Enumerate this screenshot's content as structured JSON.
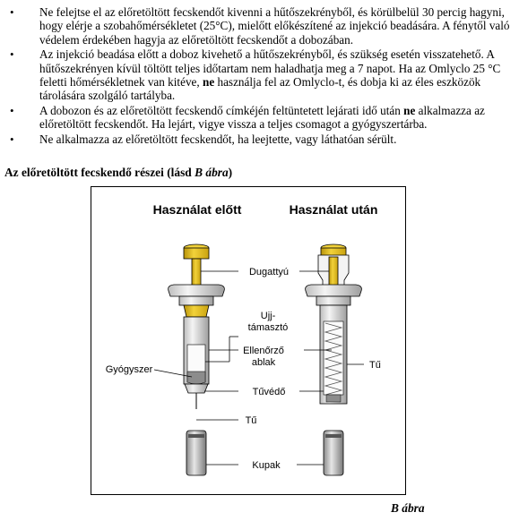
{
  "bullets": [
    {
      "parts": [
        {
          "t": "Ne felejtse el az előretöltött fecskendőt kivenni a hűtőszekrényből, és körülbelül 30 percig hagyni, hogy elérje a szobahőmérsékletet (25°C), mielőtt előkészítené az injekció beadására. A fénytől való védelem érdekében hagyja az előretöltött fecskendőt a dobozában.",
          "b": false
        }
      ]
    },
    {
      "parts": [
        {
          "t": "Az injekció beadása előtt a doboz kivehető a hűtőszekrényből, és szükség esetén visszatehető. A hűtőszekrényen kívül töltött teljes időtartam nem haladhatja meg a 7 napot. Ha az Omlyclo 25 °C feletti hőmérsékletnek van kitéve, ",
          "b": false
        },
        {
          "t": "ne",
          "b": true
        },
        {
          "t": " használja fel az Omlyclo-t, és dobja ki az éles eszközök tárolására szolgáló tartályba.",
          "b": false
        }
      ]
    },
    {
      "parts": [
        {
          "t": "A dobozon és az előretöltött fecskendő címkéjén feltüntetett lejárati idő után ",
          "b": false
        },
        {
          "t": "ne",
          "b": true
        },
        {
          "t": " alkalmazza az előretöltött fecskendőt. Ha lejárt, vigye vissza a teljes csomagot a gyógyszertárba.",
          "b": false
        }
      ]
    },
    {
      "parts": [
        {
          "t": "Ne alkalmazza az előretöltött fecskendőt, ha leejtette, vagy láthatóan sérült.",
          "b": false
        }
      ]
    }
  ],
  "section_heading": {
    "main": "Az előretöltött fecskendő részei (lásd ",
    "ital": "B ábra",
    "close": ")"
  },
  "figure": {
    "title_before": "Használat előtt",
    "title_after": "Használat után",
    "labels": {
      "plunger": "Dugattyú",
      "finger_grip_1": "Ujj-",
      "finger_grip_2": "támasztó",
      "window_1": "Ellenőrző",
      "window_2": "ablak",
      "medicine": "Gyógyszer",
      "needle_right": "Tű",
      "needle_guard": "Tűvédő",
      "needle": "Tű",
      "cap": "Kupak"
    },
    "colors": {
      "plunger": "#e8c21c",
      "plunger_dark": "#b8930a",
      "body_gray": "#d8d8d8",
      "medicine_gray": "#8c8c8c"
    }
  },
  "caption": {
    "ital": "B ábra"
  }
}
